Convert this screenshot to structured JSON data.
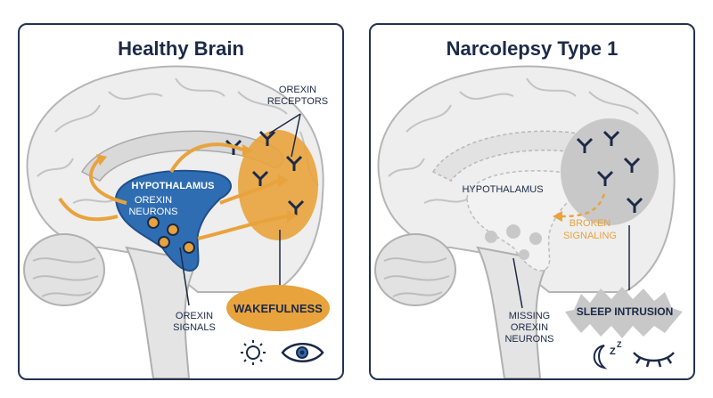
{
  "panels": {
    "left": {
      "title": "Healthy Brain",
      "hypothalamus": "HYPOTHALAMUS",
      "orexin_neurons": [
        "OREXIN",
        "NEURONS"
      ],
      "orexin_receptors": [
        "OREXIN",
        "RECEPTORS"
      ],
      "orexin_signals": [
        "OREXIN",
        "SIGNALS"
      ],
      "outcome": "WAKEFULNESS",
      "icons": [
        "sun-icon",
        "eye-icon"
      ]
    },
    "right": {
      "title": "Narcolepsy Type 1",
      "hypothalamus": "HYPOTHALAMUS",
      "broken_signaling": [
        "BROKEN",
        "SIGNALING"
      ],
      "missing_neurons": [
        "MISSING",
        "OREXIN",
        "NEURONS"
      ],
      "outcome": "SLEEP INTRUSION",
      "icons": [
        "moon-zzz-icon",
        "closed-eye-icon"
      ]
    }
  },
  "colors": {
    "navy": "#1b2a47",
    "orange": "#e8a33c",
    "blue": "#2f6db3",
    "gray": "#c8c8c8"
  }
}
